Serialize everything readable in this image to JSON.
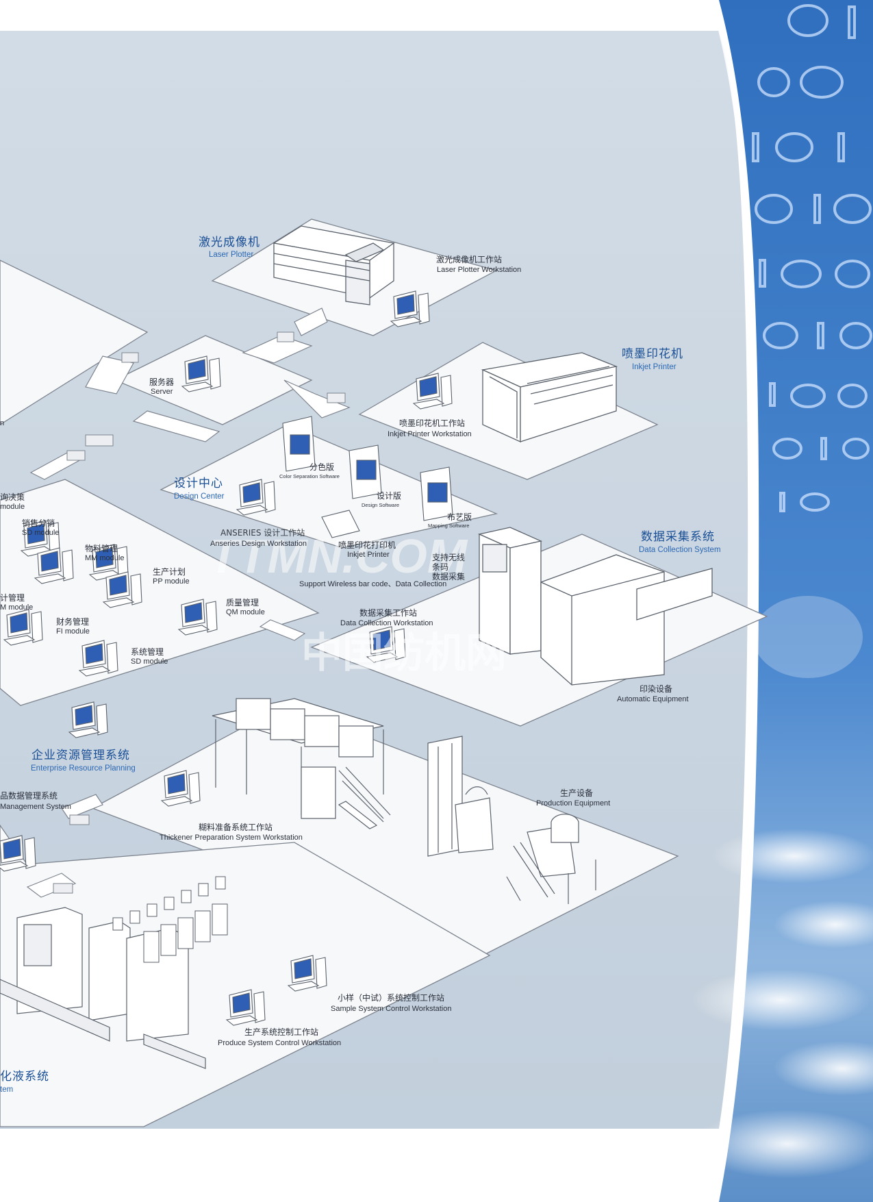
{
  "laser_plotter": {
    "zh": "激光成像机",
    "en": "Laser Plotter"
  },
  "laser_ws": {
    "zh": "激光成像机工作站",
    "en": "Laser Plotter Workstation"
  },
  "inkjet_printer": {
    "zh": "喷墨印花机",
    "en": "Inkjet Printer"
  },
  "inkjet_ws": {
    "zh": "喷墨印花机工作站",
    "en": "Inkjet Printer Workstation"
  },
  "server": {
    "zh": "服务器",
    "en": "Server"
  },
  "cut_n": {
    "en": "n"
  },
  "design_center": {
    "zh": "设计中心",
    "en": "Design Center"
  },
  "color_sep": {
    "zh": "分色版",
    "en": "Color Separation Software"
  },
  "design_sw": {
    "zh": "设计版",
    "en": "Design Software"
  },
  "mapping": {
    "zh": "布艺版",
    "en": "Mapping Software"
  },
  "anseries": {
    "zh": "ANSERIES 设计工作站",
    "en": "Anseries Design Workstation"
  },
  "inkjet_small": {
    "zh": "喷墨印花打印机",
    "en": "Inkjet Printer"
  },
  "wireless": {
    "zh1": "支持无线",
    "zh2": "条码",
    "zh3": "数据采集",
    "en": "Support Wireless bar code、Data Collection"
  },
  "data_collection": {
    "zh": "数据采集系统",
    "en": "Data Collection System"
  },
  "dc_ws": {
    "zh": "数据采集工作站",
    "en": "Data Collection Workstation"
  },
  "auto_equip": {
    "zh": "印染设备",
    "en": "Automatic Equipment"
  },
  "erp_modules": {
    "decision": {
      "zh": "询决策",
      "en": "module"
    },
    "sd": {
      "zh": "销售分销",
      "en": "SD module"
    },
    "mm": {
      "zh": "物料管理",
      "en": "MM module"
    },
    "pp": {
      "zh": "生产计划",
      "en": "PP module"
    },
    "cm": {
      "zh": "计管理",
      "en": "M module"
    },
    "qm": {
      "zh": "质量管理",
      "en": "QM module"
    },
    "fi": {
      "zh": "财务管理",
      "en": "FI module"
    },
    "sys": {
      "zh": "系统管理",
      "en": "SD module"
    }
  },
  "erp": {
    "zh": "企业资源管理系统",
    "en": "Enterprise Resource Planning"
  },
  "pdm": {
    "zh": "品数据管理系统",
    "en": "Management System"
  },
  "thickener_ws": {
    "zh": "糊料准备系统工作站",
    "en": "Thickener Preparation System Workstation"
  },
  "production_equip": {
    "zh": "生产设备",
    "en": "Production Equipment"
  },
  "sample_ws": {
    "zh": "小样（中试）系统控制工作站",
    "en": "Sample System Control Workstation"
  },
  "produce_ws": {
    "zh": "生产系统控制工作站",
    "en": "Produce System Control Workstation"
  },
  "dye_system": {
    "zh": "化液系统",
    "en": "tem"
  },
  "watermark": {
    "en": "TTMN.COM",
    "zh": "中国纺机网"
  },
  "colors": {
    "bg_blue": "#c6d3e0",
    "platform": "#f7f8fa",
    "title_blue": "#1a4f95",
    "binary_blue": "#2e6fc2"
  }
}
